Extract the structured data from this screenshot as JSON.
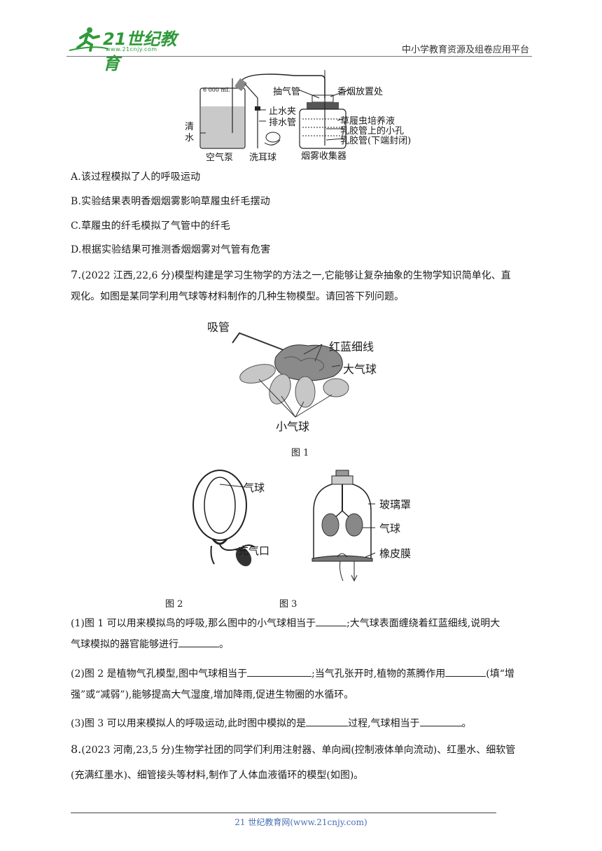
{
  "header": {
    "logo_text": "21世纪教育",
    "logo_url": "www.21cnjy.com",
    "platform": "中小学教育资源及组卷应用平台"
  },
  "figure_top": {
    "labels": {
      "capacity": "6 000 mL",
      "water": "清水",
      "air_pump": "空气泵",
      "suction_tube": "抽气管",
      "cigarette_place": "香烟放置处",
      "water_clamp": "止水夹",
      "drain_tube": "排水管",
      "ear_bulb": "洗耳球",
      "paramecium": "草履虫培养液",
      "tube_hole": "乳胶管上的小孔",
      "latex_tube": "乳胶管(下端封闭)",
      "collector": "烟雾收集器"
    }
  },
  "options": [
    "A.该过程模拟了人的呼吸运动",
    "B.实验结果表明香烟烟雾影响草履虫纤毛摆动",
    "C.草履虫的纤毛模拟了气管中的纤毛",
    "D.根据实验结果可推测香烟烟雾对气管有危害"
  ],
  "q7": {
    "num": "7.",
    "source": "(2022 江西,22,6 分)",
    "stem_line1": "模型构建是学习生物学的方法之一,它能够让复杂抽象的生物学知识简单化、直",
    "stem_line2": "观化。如图是某同学利用气球等材料制作的几种生物模型。请回答下列问题。",
    "fig1": {
      "straw": "吸管",
      "red_blue": "红蓝细线",
      "big_balloon": "大气球",
      "small_balloon": "小气球",
      "caption": "图 1"
    },
    "fig2": {
      "balloon": "气球",
      "inlet": "充气口",
      "caption": "图 2"
    },
    "fig3": {
      "glass_cover": "玻璃罩",
      "balloon": "气球",
      "rubber": "橡皮膜",
      "caption": "图 3"
    },
    "sub1_a": "(1)图 1 可以用来模拟鸟的呼吸,那么图中的小气球相当于",
    "sub1_b": ";大气球表面缠绕着红蓝细线,说明大",
    "sub1_c": "气球模拟的器官能够进行",
    "sub1_d": "。",
    "sub2_a": "(2)图 2 是植物气孔模型,图中气球相当于",
    "sub2_b": ";当气孔张开时,植物的蒸腾作用",
    "sub2_c": "(填“增",
    "sub2_d": "强”或“减弱”),能够提高大气湿度,增加降雨,促进生物圈的水循环。",
    "sub3_a": "(3)图 3 可以用来模拟人的呼吸运动,此时图中模拟的是",
    "sub3_b": "过程,气球相当于",
    "sub3_c": "。"
  },
  "q8": {
    "num": "8.",
    "source": "(2023 河南,23,5 分)",
    "stem_line1": "生物学社团的同学们利用注射器、单向阀(控制液体单向流动)、红墨水、细软管",
    "stem_line2": "(充满红墨水)、细管接头等材料,制作了人体血液循环的模型(如图)。"
  },
  "footer": "21 世纪教育网(www.21cnjy.com)"
}
